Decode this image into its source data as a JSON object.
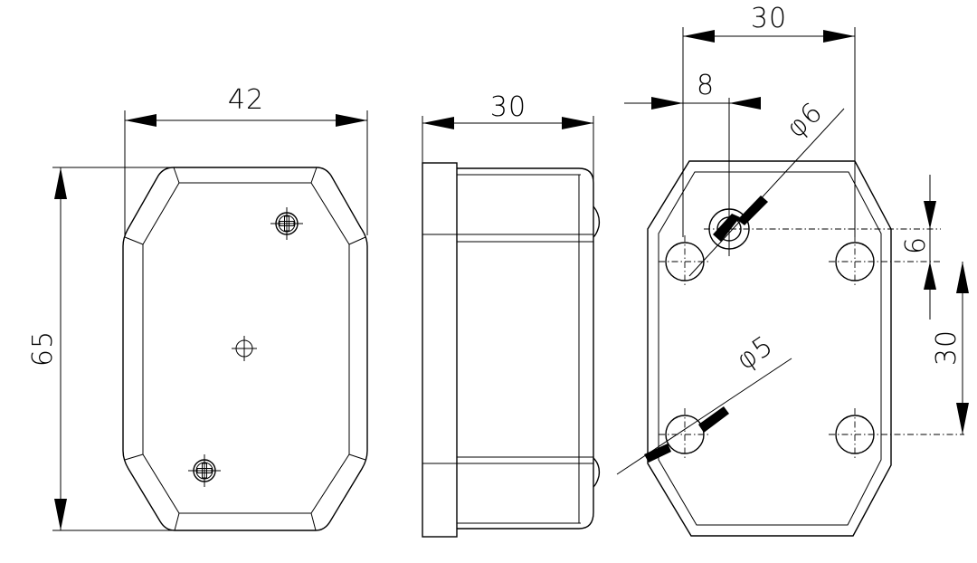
{
  "dimensions": {
    "front_width": "42",
    "front_height": "65",
    "side_depth": "30",
    "rear_hole_spacing_x": "30",
    "rear_hole_offset": "8",
    "rear_center_hole_dia": "φ6",
    "rear_vertical_offset": "6",
    "rear_hole_spacing_y": "30",
    "rear_mount_hole_dia": "φ5"
  },
  "colors": {
    "line": "#000000",
    "background": "#ffffff"
  }
}
